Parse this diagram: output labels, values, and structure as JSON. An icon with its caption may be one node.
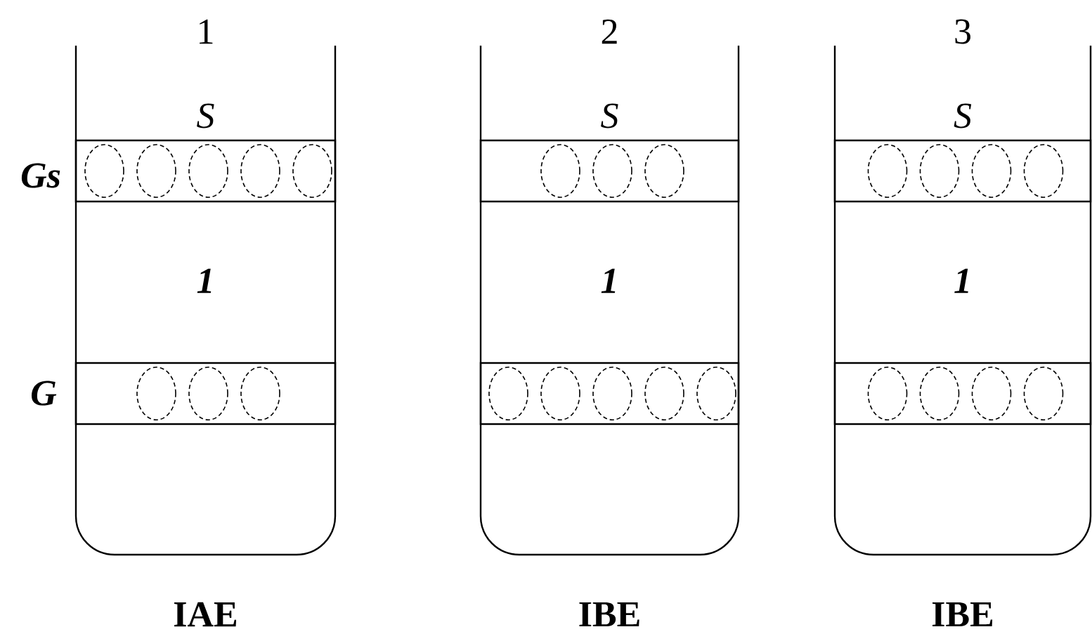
{
  "diagram": {
    "nodes": [
      {
        "text": [
          "1",
          "S",
          "1"
        ],
        "beside": [
          "IAE"
        ]
      },
      {
        "text": [],
        "shape": "band",
        "in": 0
      },
      {
        "text": [],
        "shape": "circle",
        "in": 1
      },
      {
        "text": [],
        "shape": "circle",
        "in": 1
      },
      {
        "text": [],
        "shape": "circle",
        "in": 1
      },
      {
        "text": [],
        "shape": "circle",
        "in": 1
      },
      {
        "text": [],
        "shape": "circle",
        "in": 1
      },
      {
        "text": [],
        "shape": "band",
        "in": 0
      },
      {
        "text": [],
        "shape": "circle",
        "in": 7
      },
      {
        "text": [],
        "shape": "circle",
        "in": 7
      },
      {
        "text": [],
        "shape": "circle",
        "in": 7
      },
      {
        "text": [
          "2",
          "S",
          "1"
        ],
        "beside": [
          "IBE"
        ]
      },
      {
        "text": [],
        "shape": "band",
        "in": 11
      },
      {
        "text": [],
        "shape": "circle",
        "in": 12
      },
      {
        "text": [],
        "shape": "circle",
        "in": 12
      },
      {
        "text": [],
        "shape": "circle",
        "in": 12
      },
      {
        "text": [],
        "shape": "band",
        "in": 11
      },
      {
        "text": [],
        "shape": "circle",
        "in": 16
      },
      {
        "text": [],
        "shape": "circle",
        "in": 16
      },
      {
        "text": [],
        "shape": "circle",
        "in": 16
      },
      {
        "text": [],
        "shape": "circle",
        "in": 16
      },
      {
        "text": [],
        "shape": "circle",
        "in": 16
      },
      {
        "text": [
          "3",
          "S",
          "1"
        ],
        "beside": [
          "IBE"
        ]
      },
      {
        "text": [],
        "shape": "band",
        "in": 22
      },
      {
        "text": [],
        "shape": "circle",
        "in": 23
      },
      {
        "text": [],
        "shape": "circle",
        "in": 23
      },
      {
        "text": [],
        "shape": "circle",
        "in": 23
      },
      {
        "text": [],
        "shape": "circle",
        "in": 23
      },
      {
        "text": [],
        "shape": "band",
        "in": 22
      },
      {
        "text": [],
        "shape": "circle",
        "in": 28
      },
      {
        "text": [],
        "shape": "circle",
        "in": 28
      },
      {
        "text": [],
        "shape": "circle",
        "in": 28
      },
      {
        "text": [],
        "shape": "circle",
        "in": 28
      }
    ],
    "labels": [
      "Gs",
      "G"
    ]
  }
}
